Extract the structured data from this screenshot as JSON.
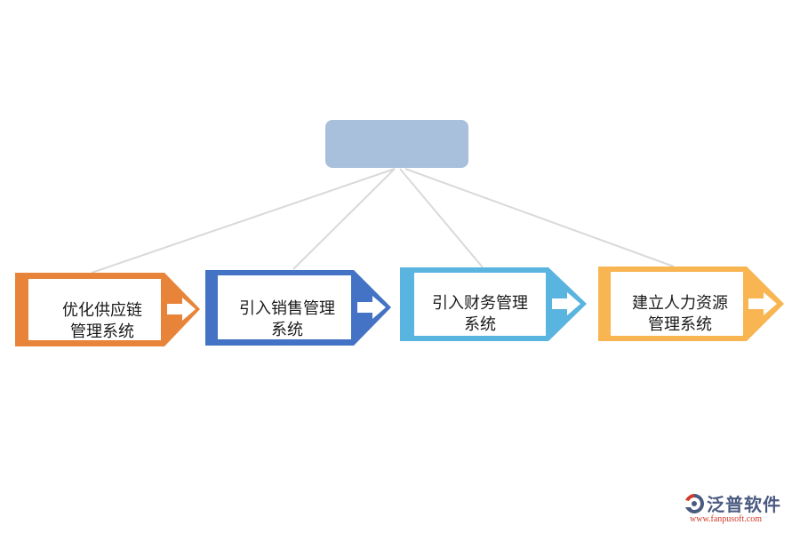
{
  "root": {
    "label": "",
    "color": "#a8c0db"
  },
  "connector_color": "#d9d9d9",
  "boxes": [
    {
      "line1": "优化供应链",
      "line2": "管理系统",
      "color": "#e8843a"
    },
    {
      "line1": "引入销售管理",
      "line2": "系统",
      "color": "#4472c4"
    },
    {
      "line1": "引入财务管理",
      "line2": "系统",
      "color": "#5ab4e0"
    },
    {
      "line1": "建立人力资源",
      "line2": "管理系统",
      "color": "#f8b552"
    }
  ],
  "watermark": {
    "brand": "泛普软件",
    "url": "www.fanpusoft.com"
  }
}
